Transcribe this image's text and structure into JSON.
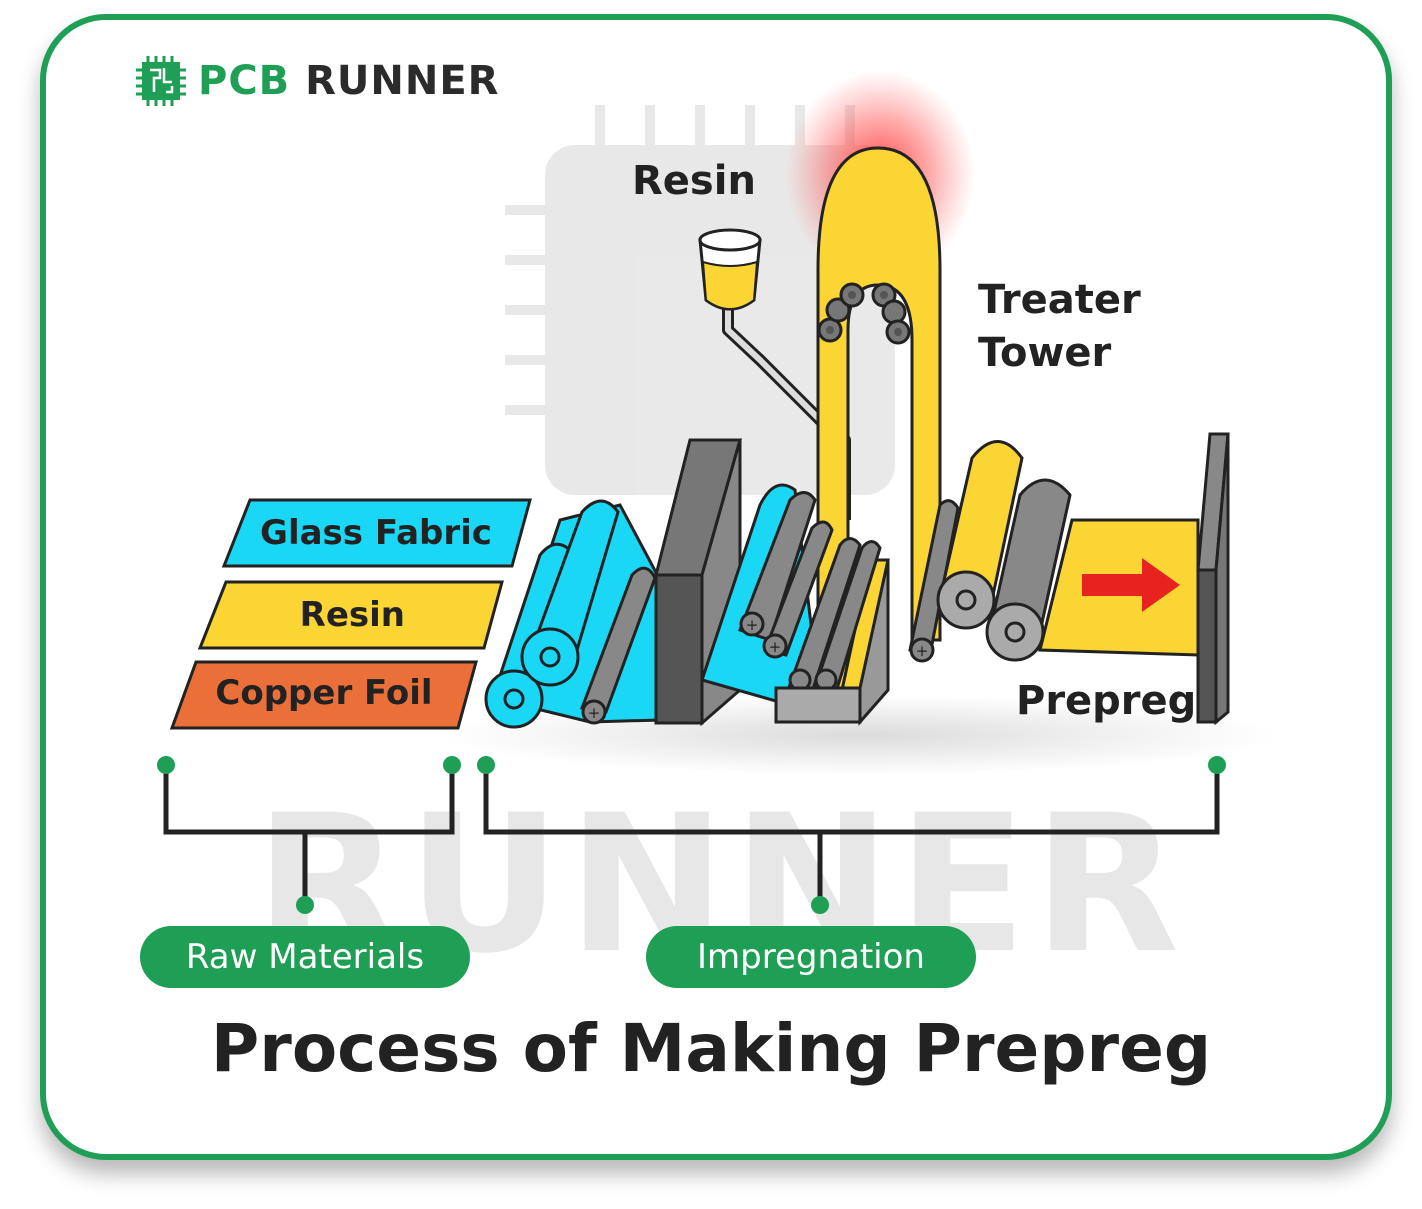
{
  "logo": {
    "brand_green": "PCB",
    "brand_dark": "RUNNER",
    "icon": "circuit-chip-icon"
  },
  "watermark": "RUNNER",
  "labels": {
    "resin_cup": "Resin",
    "treater_tower_line1": "Treater",
    "treater_tower_line2": "Tower",
    "prepreg": "Prepreg"
  },
  "materials": [
    {
      "label": "Glass Fabric",
      "color": "#19d7f5"
    },
    {
      "label": "Resin",
      "color": "#fbd533"
    },
    {
      "label": "Copper Foil",
      "color": "#ea6f38"
    }
  ],
  "groups": [
    {
      "label": "Raw Materials"
    },
    {
      "label": "Impregnation"
    }
  ],
  "title": "Process of Making Prepreg",
  "colors": {
    "accent_green": "#1e9f55",
    "glass_cyan": "#19d7f5",
    "resin_yellow": "#fbd533",
    "copper_orange": "#ea6f38",
    "roller_gray": "#8a8a8a",
    "arrow_red": "#e8231f",
    "heat_glow": "#ff2a2a"
  }
}
